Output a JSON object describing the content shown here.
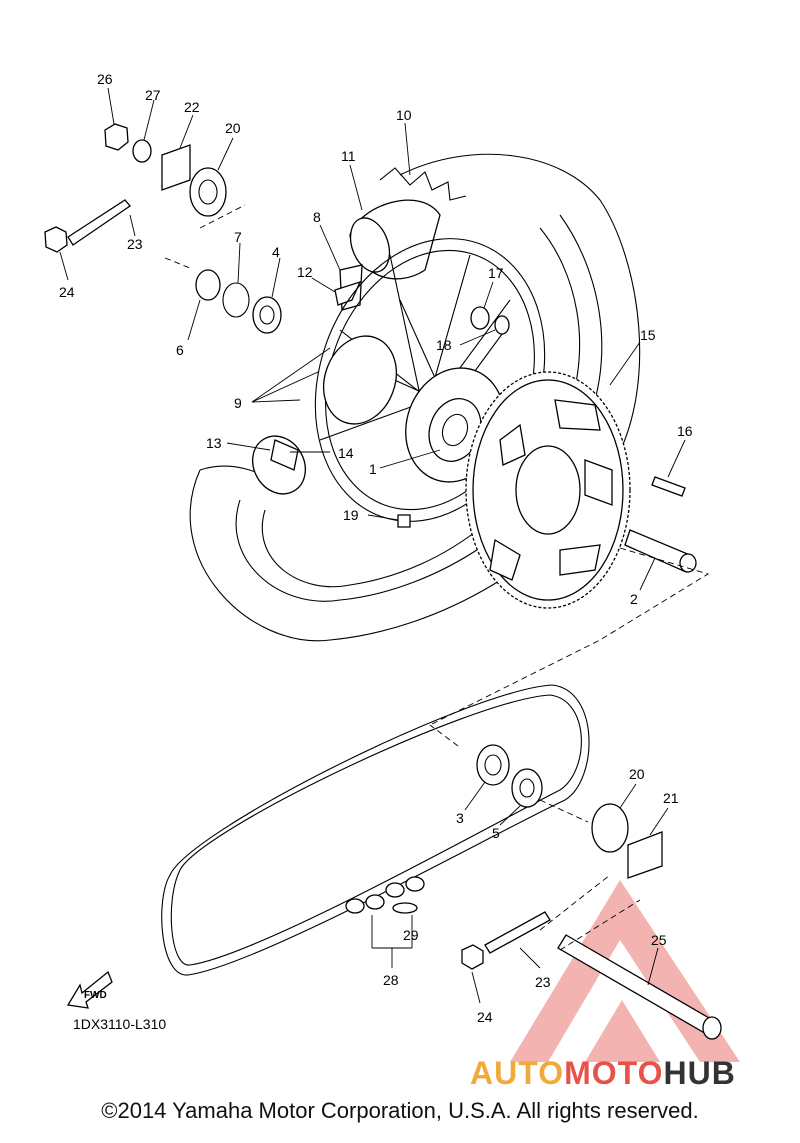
{
  "diagram_code": "1DX3110-L310",
  "fwd_label": "FWD",
  "copyright": "©2014 Yamaha Motor Corporation, U.S.A. All rights reserved.",
  "watermark": {
    "part1": "AUTO",
    "part2": "MOTO",
    "part3": "HUB",
    "color1": "#f2a93b",
    "color2": "#e8524a",
    "color3": "#333333"
  },
  "callouts": {
    "n26": "26",
    "n27": "27",
    "n22": "22",
    "n20a": "20",
    "n10": "10",
    "n11": "11",
    "n8": "8",
    "n7": "7",
    "n4": "4",
    "n23a": "23",
    "n24a": "24",
    "n12": "12",
    "n17": "17",
    "n6": "6",
    "n18": "18",
    "n15": "15",
    "n9": "9",
    "n16": "16",
    "n13": "13",
    "n14": "14",
    "n1": "1",
    "n19": "19",
    "n2": "2",
    "n20b": "20",
    "n21": "21",
    "n3": "3",
    "n5": "5",
    "n25": "25",
    "n29": "29",
    "n23b": "23",
    "n28": "28",
    "n24b": "24"
  }
}
